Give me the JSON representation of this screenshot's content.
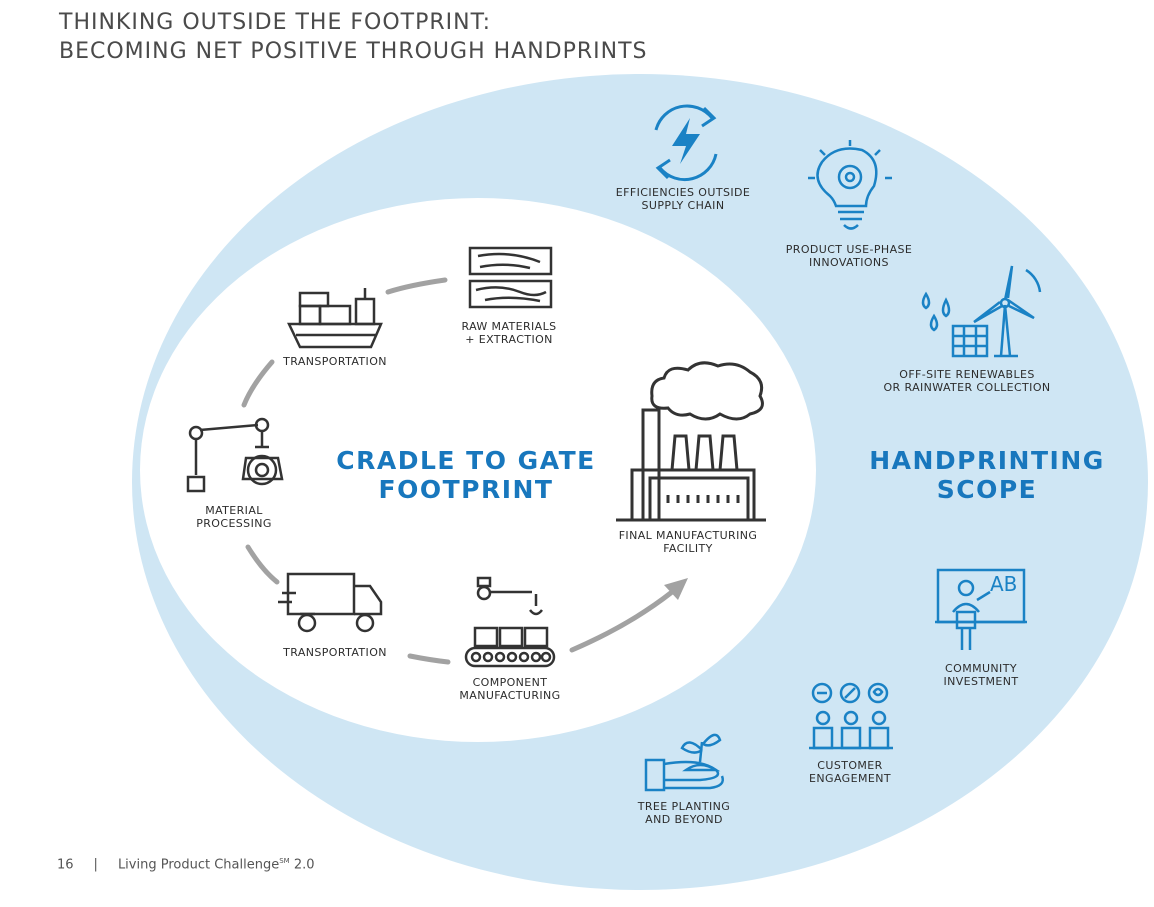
{
  "title": {
    "line1": "THINKING OUTSIDE THE FOOTPRINT:",
    "line2": "BECOMING NET POSITIVE THROUGH HANDPRINTS"
  },
  "inner": {
    "heading_line1": "CRADLE TO GATE",
    "heading_line2": "FOOTPRINT",
    "stages": [
      {
        "id": "raw-materials",
        "icon": "wood-planks-icon",
        "lines": [
          "RAW MATERIALS",
          "+ EXTRACTION"
        ]
      },
      {
        "id": "transportation-ship",
        "icon": "cargo-ship-icon",
        "lines": [
          "TRANSPORTATION"
        ]
      },
      {
        "id": "material-processing",
        "icon": "robotic-arm-gear-icon",
        "lines": [
          "MATERIAL",
          "PROCESSING"
        ]
      },
      {
        "id": "transportation-truck",
        "icon": "delivery-truck-icon",
        "lines": [
          "TRANSPORTATION"
        ]
      },
      {
        "id": "component-manufacturing",
        "icon": "conveyor-belt-icon",
        "lines": [
          "COMPONENT",
          "MANUFACTURING"
        ]
      },
      {
        "id": "final-manufacturing",
        "icon": "factory-icon",
        "lines": [
          "FINAL MANUFACTURING",
          "FACILITY"
        ]
      }
    ]
  },
  "outer": {
    "heading_line1": "HANDPRINTING",
    "heading_line2": "SCOPE",
    "items": [
      {
        "id": "efficiencies",
        "icon": "lightning-cycle-icon",
        "lines": [
          "EFFICIENCIES OUTSIDE",
          "SUPPLY CHAIN"
        ]
      },
      {
        "id": "product-use-phase",
        "icon": "lightbulb-gear-icon",
        "lines": [
          "PRODUCT USE-PHASE",
          "INNOVATIONS"
        ]
      },
      {
        "id": "renewables",
        "icon": "wind-solar-water-icon",
        "lines": [
          "OFF-SITE RENEWABLES",
          "OR RAINWATER COLLECTION"
        ]
      },
      {
        "id": "community",
        "icon": "teacher-board-icon",
        "lines": [
          "COMMUNITY",
          "INVESTMENT"
        ]
      },
      {
        "id": "customer",
        "icon": "people-feedback-icon",
        "lines": [
          "CUSTOMER",
          "ENGAGEMENT"
        ]
      },
      {
        "id": "tree-planting",
        "icon": "hand-sprout-icon",
        "lines": [
          "TREE PLANTING",
          "AND BEYOND"
        ]
      }
    ]
  },
  "footer": {
    "page_number": "16",
    "separator": "|",
    "publication": "Living Product Challenge",
    "mark": "SM",
    "version": "2.0"
  },
  "colors": {
    "outer_fill": "#cfe6f4",
    "accent_blue": "#1a82c5",
    "heading_blue": "#1877bd",
    "icon_dark": "#333333",
    "arrow_gray": "#a2a2a2",
    "title_gray": "#4a4a4a"
  }
}
